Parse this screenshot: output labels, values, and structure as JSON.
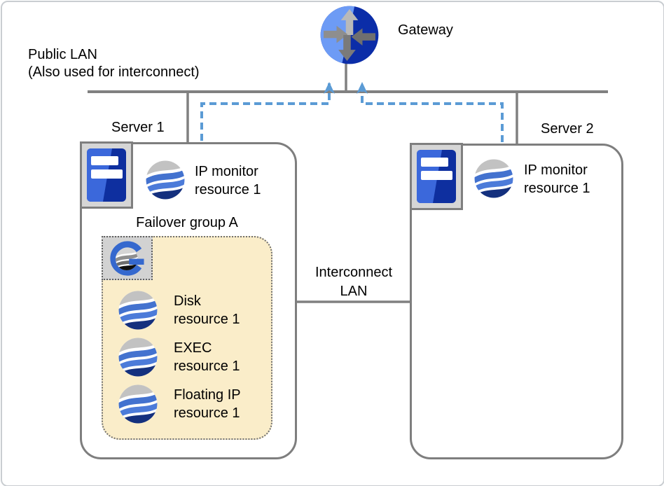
{
  "gateway": {
    "label": "Gateway"
  },
  "public_lan": {
    "label_line1": "Public LAN",
    "label_line2": "(Also used for interconnect)"
  },
  "interconnect_lan": {
    "label_line1": "Interconnect",
    "label_line2": "LAN"
  },
  "server1": {
    "label": "Server 1",
    "monitor": {
      "name_line1": "IP monitor",
      "name_line2": "resource 1"
    }
  },
  "server2": {
    "label": "Server 2",
    "monitor": {
      "name_line1": "IP monitor",
      "name_line2": "resource 1"
    }
  },
  "failover_group": {
    "label": "Failover group A",
    "resources": [
      {
        "name_line1": "Disk",
        "name_line2": "resource 1"
      },
      {
        "name_line1": "EXEC",
        "name_line2": "resource 1"
      },
      {
        "name_line1": "Floating IP",
        "name_line2": "resource 1"
      }
    ]
  },
  "icons": {
    "gateway": "router-icon",
    "server": "server-icon",
    "resource": "wave-sphere-icon",
    "group": "cluster-group-g-icon"
  },
  "colors": {
    "line_gray": "#808080",
    "dashed_blue": "#5B9BD5",
    "group_fill": "#FAEDC9",
    "resource_blue": "#4372CF",
    "resource_navy": "#14307E",
    "resource_gray": "#C2C2C2",
    "server_blue_light": "#3B68DB",
    "server_blue_dark": "#0E2F9F",
    "gateway_blue_light": "#6D9BF5",
    "gateway_blue_dark": "#0B2DA8",
    "g_mark_blue": "#3568CE"
  }
}
